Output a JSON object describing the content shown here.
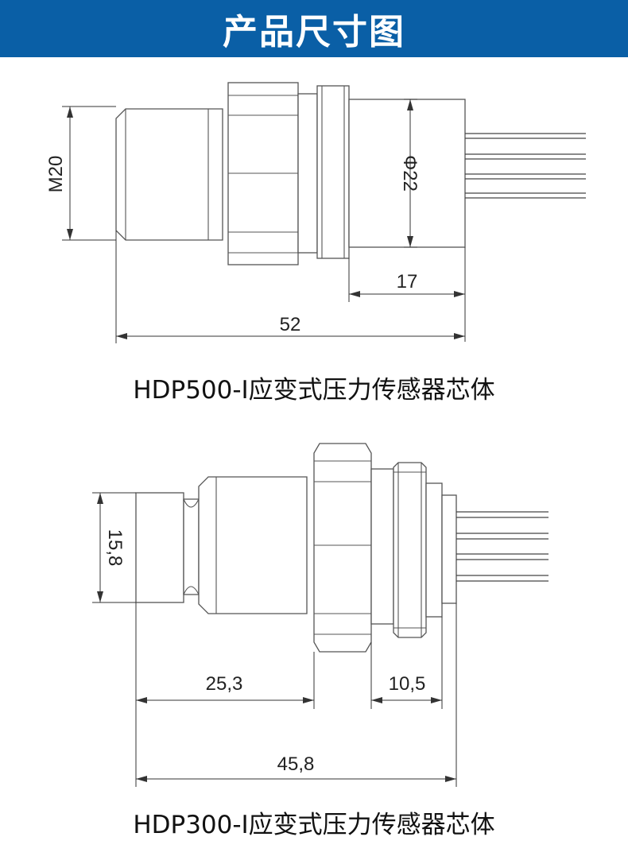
{
  "header": {
    "title": "产品尺寸图"
  },
  "accent_color": "#0a5fa6",
  "sensor1": {
    "caption": "HDP500-I应变式压力传感器芯体",
    "dims": {
      "thread": "M20",
      "diameter": "Φ22",
      "rear_length": "17",
      "total_length": "52"
    }
  },
  "sensor2": {
    "caption": "HDP300-I应变式压力传感器芯体",
    "dims": {
      "diameter": "15,8",
      "front_length": "25,3",
      "rear_length": "10,5",
      "total_length": "45,8"
    }
  }
}
